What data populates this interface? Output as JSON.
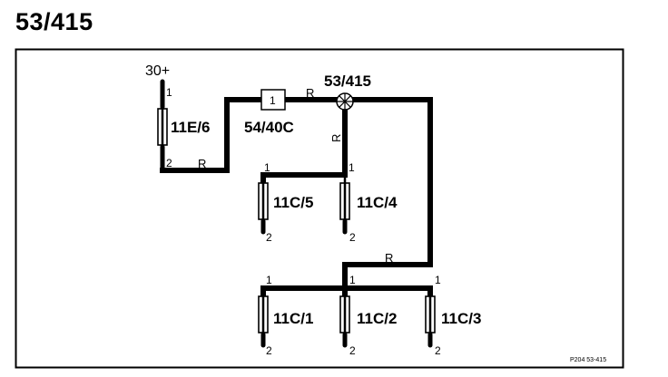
{
  "page": {
    "title": "53/415"
  },
  "diagram": {
    "supply_label": "30+",
    "splice_label": "53/415",
    "connector": {
      "label": "54/40C",
      "pin": "1"
    },
    "components": [
      {
        "id": "fuse",
        "label": "11E/6",
        "pin_top": "1",
        "pin_bottom": "2"
      },
      {
        "id": "c5",
        "label": "11C/5",
        "pin_top": "1",
        "pin_bottom": "2"
      },
      {
        "id": "c4",
        "label": "11C/4",
        "pin_top": "1",
        "pin_bottom": "2"
      },
      {
        "id": "c1",
        "label": "11C/1",
        "pin_top": "1",
        "pin_bottom": "2"
      },
      {
        "id": "c2",
        "label": "11C/2",
        "pin_top": "1",
        "pin_bottom": "2"
      },
      {
        "id": "c3",
        "label": "11C/3",
        "pin_top": "1",
        "pin_bottom": "2"
      }
    ],
    "wire_color_labels": [
      "R",
      "R",
      "R",
      "R"
    ],
    "reference": "P204  53-415"
  }
}
